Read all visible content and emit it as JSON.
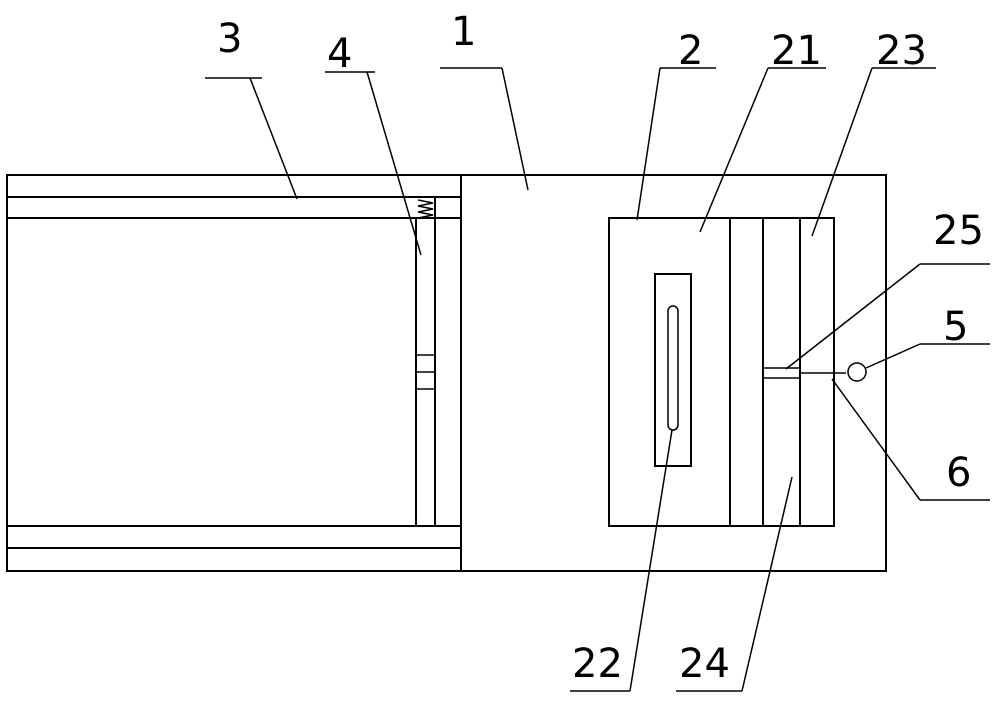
{
  "labels": {
    "l1": "1",
    "l2": "2",
    "l3": "3",
    "l4": "4",
    "l5": "5",
    "l6": "6",
    "l21": "21",
    "l22": "22",
    "l23": "23",
    "l24": "24",
    "l25": "25"
  }
}
